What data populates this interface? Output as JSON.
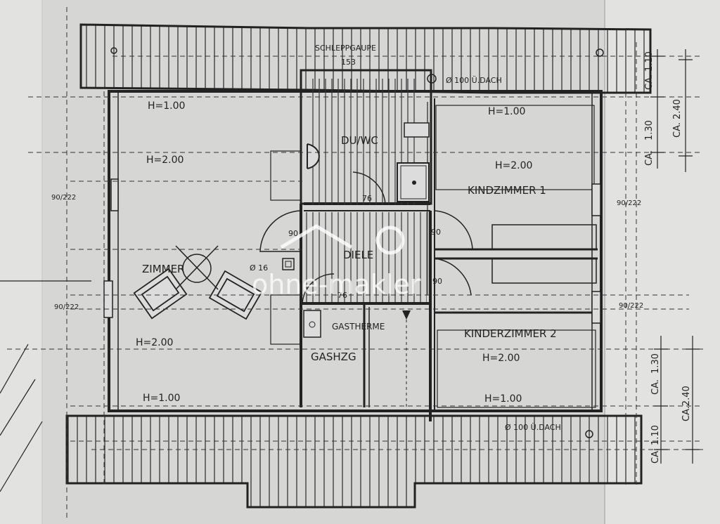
{
  "title": "SCHLEPPGAUPE",
  "title_dim": "153",
  "rooms": {
    "dusche_wc": "DU/WC",
    "kindzimmer1": "KINDZIMMER  1",
    "diele": "DIELE",
    "zimmer": "ZIMMER",
    "gastherme": "GASTHERME",
    "gashzg": "GASHZG",
    "kinderzimmer2": "KINDERZIMMER  2"
  },
  "heights": {
    "zimmer_top": "H=1.00",
    "zimmer_mid": "H=2.00",
    "zimmer_low": "H=2.00",
    "zimmer_bottom": "H=1.00",
    "k1_top": "H=1.00",
    "k1_mid": "H=2.00",
    "k2_mid": "H=2.00",
    "k2_bottom": "H=1.00"
  },
  "door_widths": {
    "dw_left": "90",
    "dw_right": "90",
    "dw_76a": "76",
    "dw_76b": "76",
    "dw_90b": "90"
  },
  "chimney": "Ø 16",
  "roof_vents": {
    "top": "Ø 100  Ü.DACH",
    "bottom": "Ø 100  Ü.DACH"
  },
  "windows": {
    "left_top": "90/222",
    "left_bottom": "90/222",
    "right_top": "90/222",
    "right_bottom": "90/222"
  },
  "dimensions_right": {
    "top_110": "CA. 1.10",
    "top_130": "1.30",
    "top_ca": "CA.",
    "top_240": "CA. 2.40",
    "bot_130": "1.30",
    "bot_ca": "CA.",
    "bot_240": "CA.2.40",
    "bot_110": "CA. 1.10"
  },
  "watermark": "ohne-makler"
}
